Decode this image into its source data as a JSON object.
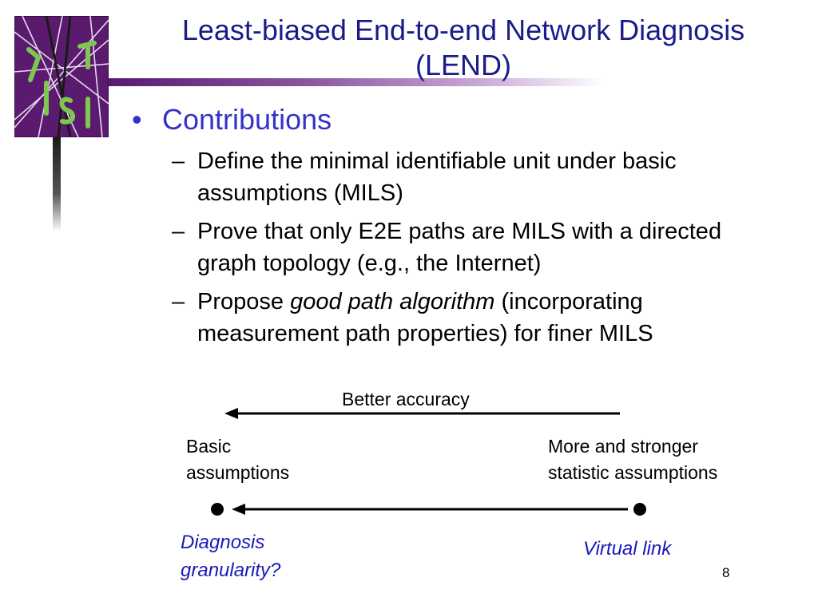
{
  "slide": {
    "title_line1": "Least-biased End-to-end Network Diagnosis",
    "title_line2": "(LEND)",
    "page_number": "8"
  },
  "colors": {
    "title": "#1a1a8c",
    "bullet_heading": "#3333cc",
    "diagram_labels": "#1a1ab8",
    "logo_background": "#5a1a6e",
    "logo_letters": "#7ec850"
  },
  "logo": {
    "icon": "lis-logo-icon"
  },
  "bullets": {
    "heading_mark": "•",
    "heading": "Contributions",
    "dash": "–",
    "item1": "Define the minimal identifiable unit under basic assumptions (MILS)",
    "item2": "Prove that only E2E paths are MILS with a directed graph topology (e.g., the Internet)",
    "item3_before": "Propose ",
    "item3_emph": "good path algorithm",
    "item3_after": " (incorporating measurement path properties) for finer MILS"
  },
  "diagram": {
    "accuracy_label": "Better accuracy",
    "left_line1": "Basic",
    "left_line2": "assumptions",
    "right_line1": "More and stronger",
    "right_line2": "statistic assumptions",
    "left_axis_line1": "Diagnosis",
    "left_axis_line2": "granularity?",
    "right_axis": "Virtual link"
  }
}
